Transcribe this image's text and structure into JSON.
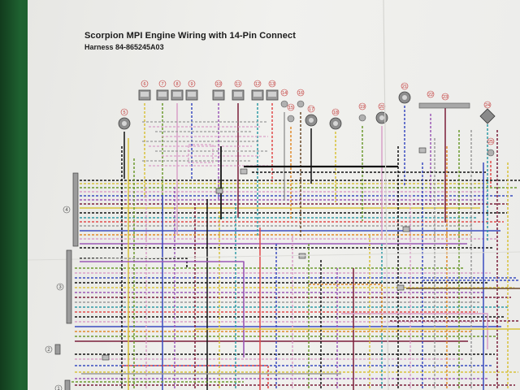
{
  "diagram": {
    "title": "Scorpion MPI Engine Wiring with 14-Pin Connect",
    "subtitle": "Harness 84-865245A03",
    "top_components": [
      {
        "label": "5"
      },
      {
        "label": "6"
      },
      {
        "label": "7"
      },
      {
        "label": "8"
      },
      {
        "label": "9"
      },
      {
        "label": "10"
      },
      {
        "label": "11"
      },
      {
        "label": "12"
      },
      {
        "label": "13"
      },
      {
        "label": "14"
      },
      {
        "label": "15"
      },
      {
        "label": "16"
      },
      {
        "label": "17"
      },
      {
        "label": "18"
      },
      {
        "label": "19"
      },
      {
        "label": "20"
      },
      {
        "label": "21"
      },
      {
        "label": "22"
      },
      {
        "label": "23"
      },
      {
        "label": "24"
      },
      {
        "label": "25"
      }
    ],
    "side_connectors": [
      {
        "label": "4"
      },
      {
        "label": "3"
      },
      {
        "label": "2"
      },
      {
        "label": "1"
      }
    ],
    "colors": {
      "paper": "#eeeeeb",
      "background": "#1d5a2c",
      "connector": "#8a8a8a",
      "callout": "#c03030"
    },
    "wire_colors": [
      "#111111",
      "#d8c23a",
      "#6c9a2e",
      "#d9a0c8",
      "#3a4cc0",
      "#9b59b6",
      "#7b1f3a",
      "#2f9aa5",
      "#e14b4b",
      "#9a9a9a",
      "#e08a2a",
      "#6b4a2b"
    ]
  }
}
